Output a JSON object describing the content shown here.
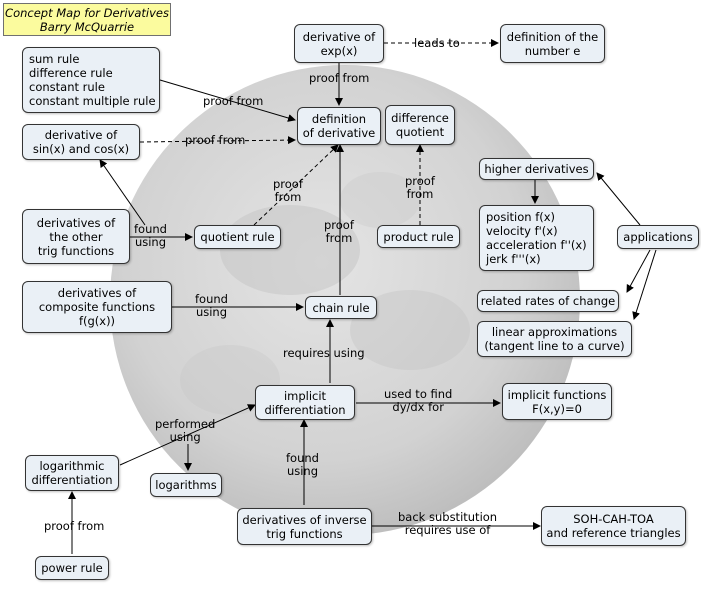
{
  "title": {
    "line1": "Concept Map for Derivatives",
    "line2": "Barry McQuarrie"
  },
  "nodes": {
    "derivative_exp": [
      "derivative of",
      "exp(x)"
    ],
    "definition_e": [
      "definition of the",
      "number e"
    ],
    "rules": [
      "sum rule",
      "difference rule",
      "constant rule",
      "constant multiple rule"
    ],
    "definition_deriv": [
      "definition",
      "of derivative"
    ],
    "difference_quotient": [
      "difference",
      "quotient"
    ],
    "deriv_sin_cos": [
      "derivative of",
      "sin(x) and cos(x)"
    ],
    "higher_derivatives": [
      "higher derivatives"
    ],
    "position": [
      "position f(x)",
      "velocity f'(x)",
      "acceleration f''(x)",
      "jerk f'''(x)"
    ],
    "applications": [
      "applications"
    ],
    "other_trig": [
      "derivatives of",
      "the other",
      "trig functions"
    ],
    "quotient_rule": [
      "quotient rule"
    ],
    "product_rule": [
      "product rule"
    ],
    "related_rates": [
      "related rates of change"
    ],
    "linear_approx": [
      "linear approximations",
      "(tangent line to a curve)"
    ],
    "composite": [
      "derivatives of",
      "composite functions",
      "f(g(x))"
    ],
    "chain_rule": [
      "chain rule"
    ],
    "implicit_diff": [
      "implicit",
      "differentiation"
    ],
    "implicit_functions": [
      "implicit functions",
      "F(x,y)=0"
    ],
    "log_diff": [
      "logarithmic",
      "differentiation"
    ],
    "logarithms": [
      "logarithms"
    ],
    "inverse_trig": [
      "derivatives of inverse",
      "trig functions"
    ],
    "soh_cah_toa": [
      "SOH-CAH-TOA",
      "and reference triangles"
    ],
    "power_rule": [
      "power rule"
    ]
  },
  "link_labels": {
    "leads_to": [
      "leads to"
    ],
    "proof_from_exp": [
      "proof from"
    ],
    "proof_from_rules": [
      "proof from"
    ],
    "proof_from_sin": [
      "proof from"
    ],
    "proof_from_quotient": [
      "proof",
      "from"
    ],
    "proof_from_product": [
      "proof",
      "from"
    ],
    "proof_from_chain": [
      "proof",
      "from"
    ],
    "found_using_trig": [
      "found",
      "using"
    ],
    "found_using_composite": [
      "found",
      "using"
    ],
    "requires_using": [
      "requires using"
    ],
    "used_to_find": [
      "used to find",
      "dy/dx for"
    ],
    "performed_using": [
      "performed",
      "using"
    ],
    "found_using_inverse": [
      "found",
      "using"
    ],
    "back_substitution": [
      "back substitution",
      "requires use of"
    ],
    "proof_from_power": [
      "proof from"
    ]
  },
  "colors": {
    "title_bg": "#fbfb9e",
    "node_bg": "#eaf0f6",
    "border": "#333333",
    "moon": "#c9c9c9"
  }
}
